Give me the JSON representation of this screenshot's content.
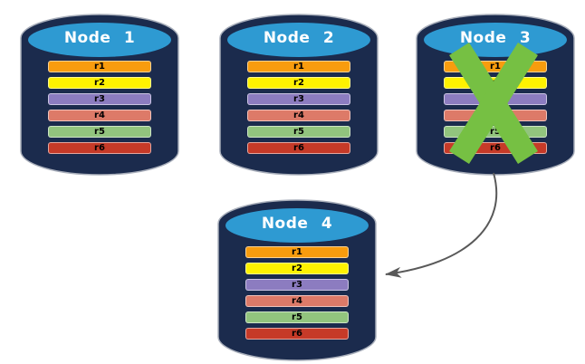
{
  "diagram": {
    "description": "Four database nodes each holding replicas r1-r6; Node 3 is crossed out (failed) with an arrow pointing to replacement Node 4",
    "background_color": "#FFFFFF",
    "cylinder": {
      "body_color": "#1B2B4D",
      "top_color": "#2E9AD2",
      "outline_color": "#A8AEBA"
    },
    "nodes": [
      {
        "label": "Node 1",
        "failed": false,
        "rows": [
          {
            "label": "r1",
            "color": "#F89C0E"
          },
          {
            "label": "r2",
            "color": "#FEF200"
          },
          {
            "label": "r3",
            "color": "#8C7CC0"
          },
          {
            "label": "r4",
            "color": "#DD7A68"
          },
          {
            "label": "r5",
            "color": "#92C47E"
          },
          {
            "label": "r6",
            "color": "#C63A28"
          }
        ]
      },
      {
        "label": "Node 2",
        "failed": false,
        "rows": [
          {
            "label": "r1",
            "color": "#F89C0E"
          },
          {
            "label": "r2",
            "color": "#FEF200"
          },
          {
            "label": "r3",
            "color": "#8C7CC0"
          },
          {
            "label": "r4",
            "color": "#DD7A68"
          },
          {
            "label": "r5",
            "color": "#92C47E"
          },
          {
            "label": "r6",
            "color": "#C63A28"
          }
        ]
      },
      {
        "label": "Node 3",
        "failed": true,
        "rows": [
          {
            "label": "r1",
            "color": "#F89C0E"
          },
          {
            "label": "r2",
            "color": "#FEF200"
          },
          {
            "label": "r3",
            "color": "#8C7CC0"
          },
          {
            "label": "r4",
            "color": "#DD7A68"
          },
          {
            "label": "r5",
            "color": "#92C47E"
          },
          {
            "label": "r6",
            "color": "#C63A28"
          }
        ]
      },
      {
        "label": "Node 4",
        "failed": false,
        "rows": [
          {
            "label": "r1",
            "color": "#F89C0E"
          },
          {
            "label": "r2",
            "color": "#FEF200"
          },
          {
            "label": "r3",
            "color": "#8C7CC0"
          },
          {
            "label": "r4",
            "color": "#DD7A68"
          },
          {
            "label": "r5",
            "color": "#92C47E"
          },
          {
            "label": "r6",
            "color": "#C63A28"
          }
        ]
      }
    ],
    "failure_mark": {
      "icon": "x-mark",
      "color": "#76C043"
    },
    "arrow": {
      "from": "Node 3",
      "to": "Node 4",
      "color": "#595959"
    }
  }
}
